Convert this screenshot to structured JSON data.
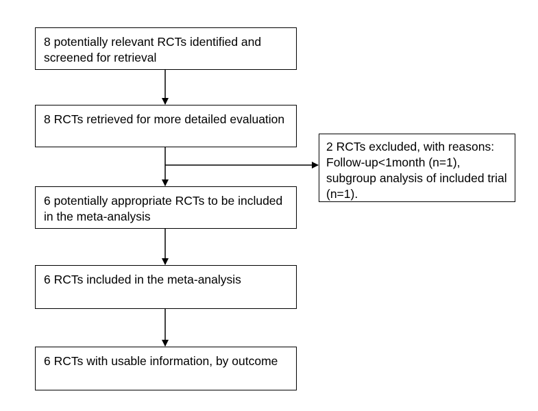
{
  "flow": {
    "step1": "8 potentially relevant RCTs identified and screened for retrieval",
    "step2": "8 RCTs retrieved for more detailed evaluation",
    "step3": "6 potentially appropriate RCTs to be included in the meta-analysis",
    "step4": "6 RCTs included in the meta-analysis",
    "step5": "6 RCTs with usable information, by outcome"
  },
  "excluded": {
    "text": "2 RCTs excluded, with reasons: Follow-up<1month (n=1), subgroup analysis of included trial (n=1)."
  }
}
